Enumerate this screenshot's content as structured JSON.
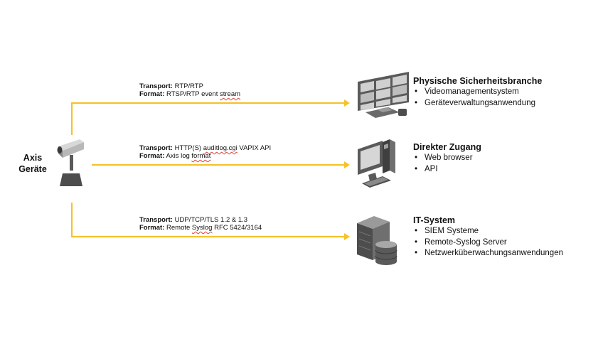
{
  "device": {
    "label_line1": "Axis",
    "label_line2": "Geräte"
  },
  "paths": [
    {
      "transport_key": "Transport:",
      "transport_value": "RTP/RTP",
      "format_key": "Format:",
      "format_value_a": "RTSP/RTP event ",
      "format_value_b": "stream",
      "target_title": "Physische Sicherheitsbranche",
      "items": [
        "Videomanagementsystem",
        "Geräteverwaltungsanwendung"
      ]
    },
    {
      "transport_key": "Transport:",
      "transport_value_a": "HTTP(S) ",
      "transport_value_b": "auditlog.cgi",
      "transport_value_c": " VAPIX API",
      "format_key": "Format:",
      "format_value_a": "Axis log ",
      "format_value_b": "format",
      "target_title": "Direkter Zugang",
      "items": [
        "Web browser",
        "API"
      ]
    },
    {
      "transport_key": "Transport:",
      "transport_value": "UDP/TCP/TLS 1.2 & 1.3",
      "format_key": "Format:",
      "format_value_a": "Remote ",
      "format_value_b": "Syslog",
      "format_value_c": " RFC 5424/3164",
      "target_title": "IT-System",
      "items": [
        "SIEM Systeme",
        "Remote-Syslog Server",
        "Netzwerküberwachungsanwendungen"
      ]
    }
  ],
  "colors": {
    "arrow": "#f5c22a",
    "icon_dark": "#4d4d4d",
    "icon_mid": "#8a8a8a",
    "icon_light": "#c9c9c9"
  },
  "icons": [
    "camera-icon",
    "video-wall-icon",
    "desktop-computer-icon",
    "server-database-icon"
  ]
}
